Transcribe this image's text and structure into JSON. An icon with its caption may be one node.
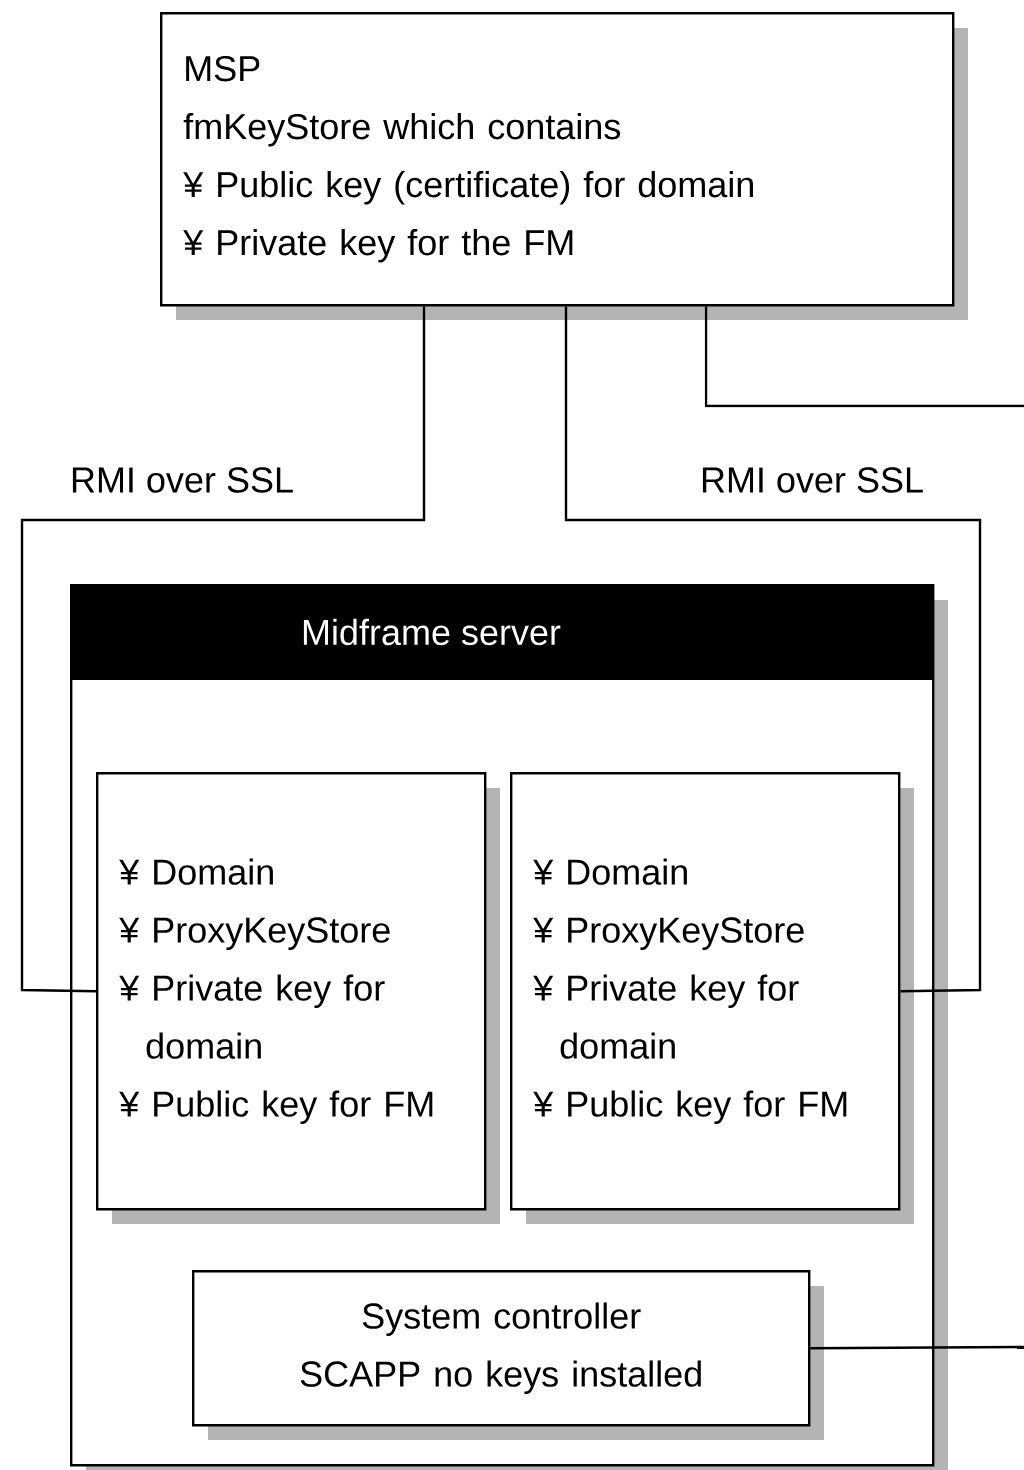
{
  "diagram": {
    "nodes": [
      {
        "text": [
          "MSP",
          "fmKeyStore which contains",
          "¥ Public key (certificate) for domain",
          "¥ Private key for the FM"
        ]
      },
      {
        "text": [
          "Midframe server"
        ]
      },
      {
        "text": [
          "¥ Domain",
          "¥ ProxyKeyStore",
          "¥ Private key for domain",
          "¥ Public key for FM"
        ],
        "in": 1
      },
      {
        "text": [
          "¥ Domain",
          "¥ ProxyKeyStore",
          "¥ Private key for domain",
          "¥ Public key for FM"
        ],
        "in": 1
      },
      {
        "text": [
          "System controller",
          "SCAPP no keys installed"
        ],
        "in": 1
      }
    ],
    "edges": [
      {
        "from": 0,
        "to": 2,
        "arrow": "none",
        "label": "RMI over SSL"
      },
      {
        "from": 0,
        "to": 3,
        "arrow": "none",
        "label": "RMI over SSL"
      },
      {
        "from": 0,
        "to": null,
        "arrow": "none"
      },
      {
        "from": 4,
        "to": null,
        "arrow": "none"
      }
    ]
  }
}
